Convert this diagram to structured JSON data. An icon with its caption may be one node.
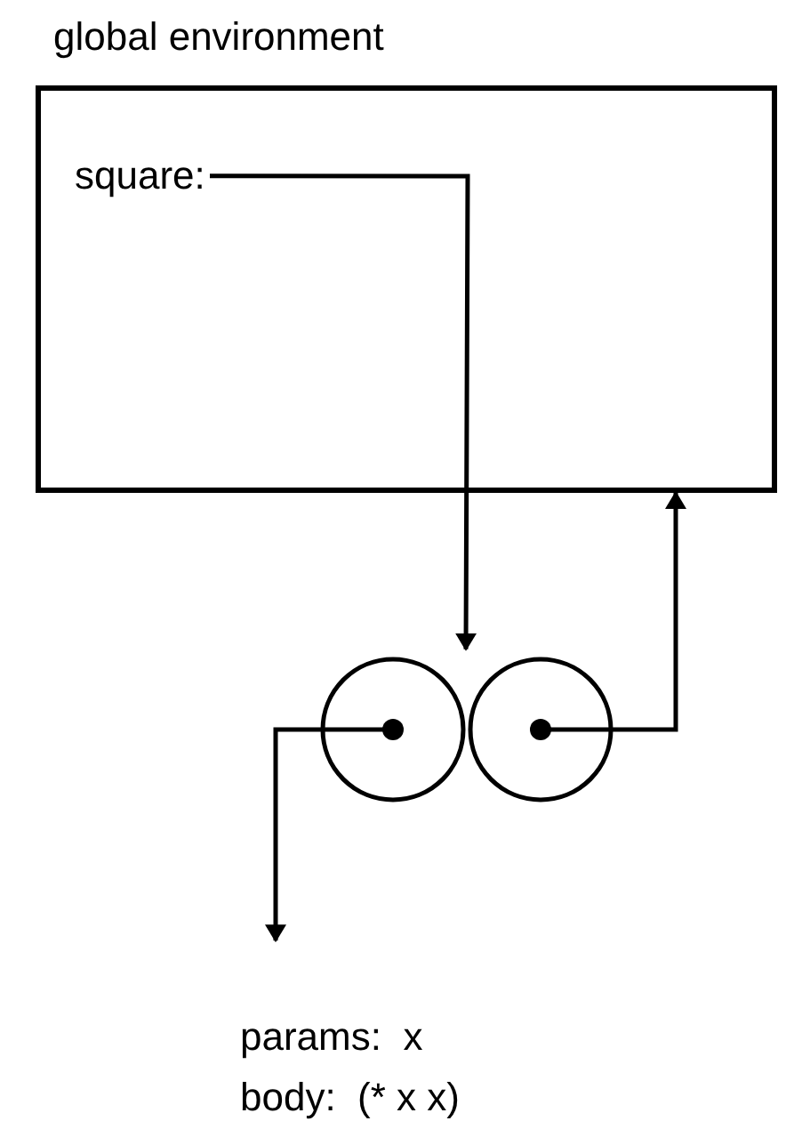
{
  "diagram": {
    "nodes": [
      {
        "text": [
          "global environment"
        ]
      },
      {
        "text": [
          "square:"
        ],
        "in": 0
      },
      {
        "text": [],
        "shape": "circle"
      },
      {
        "text": [],
        "shape": "circle"
      },
      {
        "text": [
          "params:  x",
          "body:  (* x x)"
        ]
      }
    ],
    "edges": [
      {
        "from": 1,
        "to": 2,
        "arrow": "to"
      },
      {
        "from": 3,
        "to": 0,
        "arrow": "to"
      },
      {
        "from": 2,
        "to": 4,
        "arrow": "to"
      }
    ]
  }
}
